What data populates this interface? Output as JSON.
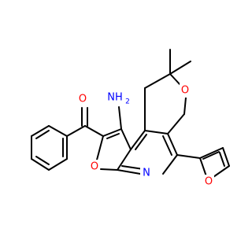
{
  "molecule": {
    "atom_labels": {
      "amine": "NH",
      "amine_subscript": "2",
      "carbonyl_oxygen": "O",
      "furan_fused_oxygen": "O",
      "pyridine_nitrogen": "N",
      "pyran_oxygen": "O",
      "furyl_oxygen": "O"
    },
    "colors": {
      "bond": "#000000",
      "nitrogen": "#0000ff",
      "oxygen": "#ff0000",
      "background": "#ffffff"
    }
  }
}
